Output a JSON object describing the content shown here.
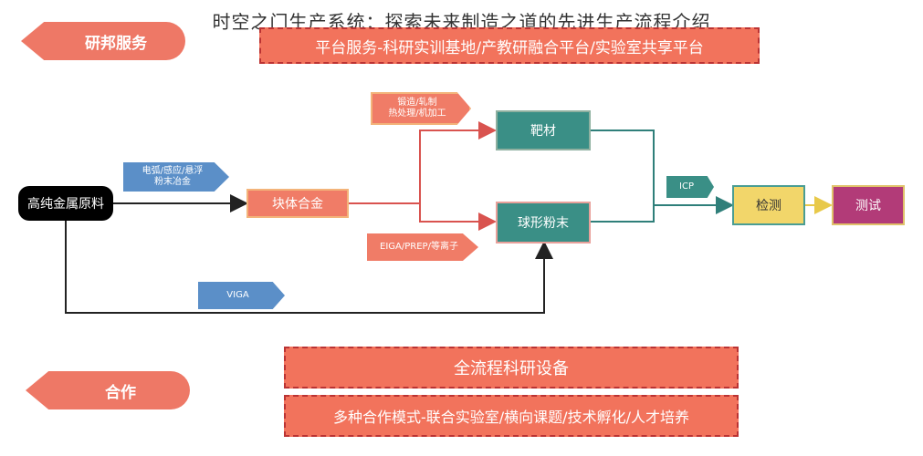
{
  "title": "时空之门生产系统：探索未来制造之道的先进生产流程介绍",
  "tags": {
    "research": "研邦服务",
    "cooperation": "合作"
  },
  "boxes": {
    "platform": "平台服务-科研实训基地/产教研融合平台/实验室共享平台",
    "equipment": "全流程科研设备",
    "modes": "多种合作模式-联合实验室/横向课题/技术孵化/人才培养"
  },
  "nodes": {
    "raw": "高纯金属原料",
    "block_alloy": "块体合金",
    "target": "靶材",
    "powder": "球形粉末",
    "inspect": "检测",
    "test": "测试"
  },
  "labels": {
    "melting_line1": "电弧/感应/悬浮",
    "melting_line2": "粉末冶金",
    "forging_line1": "锻造/轧制",
    "forging_line2": "热处理/机加工",
    "eiga": "EIGA/PREP/等离子",
    "viga": "VIGA",
    "icp": "ICP"
  },
  "colors": {
    "salmon": "#f07c67",
    "teal": "#3a8f86",
    "blue": "#5b8fc8",
    "yellow": "#f2d66a",
    "magenta": "#b23b78",
    "black": "#000000"
  }
}
